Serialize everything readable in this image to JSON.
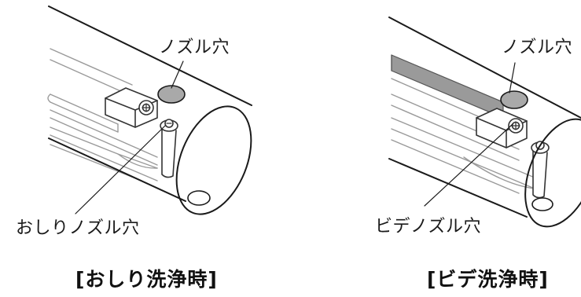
{
  "left_panel": {
    "top_label": "ノズル穴",
    "bottom_label": "おしりノズル穴",
    "caption": "[おしり洗浄時]"
  },
  "right_panel": {
    "top_label": "ノズル穴",
    "bottom_label": "ビデノズル穴",
    "caption": "[ビデ洗浄時]"
  }
}
